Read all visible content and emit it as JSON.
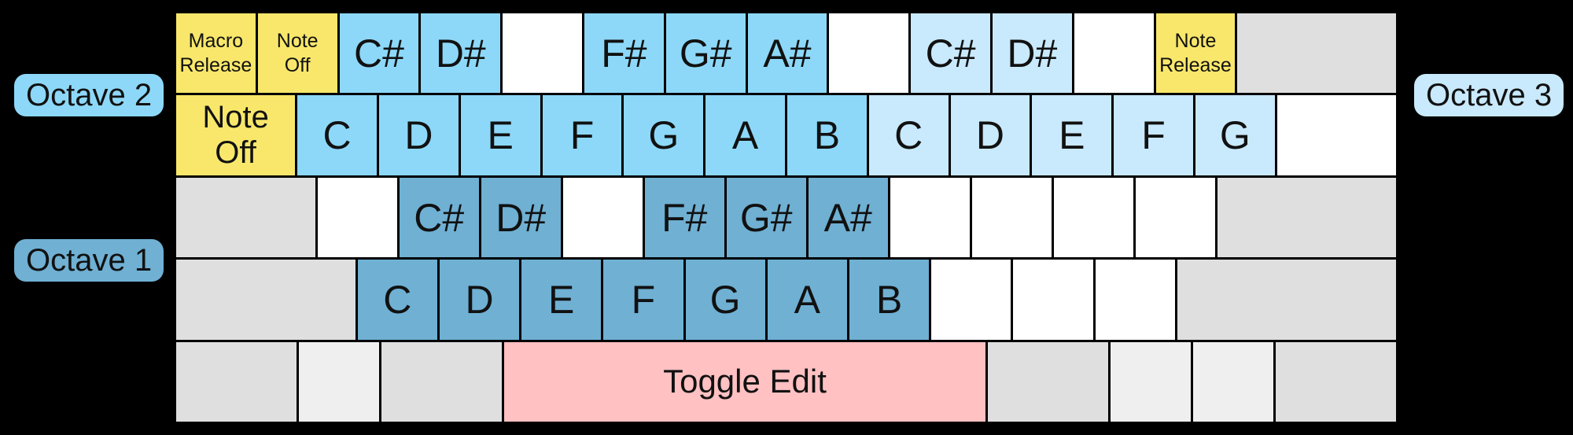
{
  "legend": {
    "octave2": {
      "text": "Octave 2",
      "color": "#8DD8F8"
    },
    "octave1": {
      "text": "Octave 1",
      "color": "#6FB0D3"
    },
    "octave3": {
      "text": "Octave 3",
      "color": "#C9E9FC"
    }
  },
  "colors": {
    "yellow": "#F8E76B",
    "oct2": "#8DD8F8",
    "oct3": "#C9E9FC",
    "oct1": "#6FB0D3",
    "pink": "#FFC1C2",
    "gray": "#DFDFDF",
    "grayLight": "#EFEFEF",
    "white": "#FFFFFF",
    "background": "#000000",
    "keyText": "#111111"
  },
  "keyboard": {
    "rows": [
      {
        "name": "number-row",
        "keys": [
          {
            "label": "Macro\nRelease",
            "u": 1,
            "color": "yellow",
            "size": "sm"
          },
          {
            "label": "Note\nOff",
            "u": 1,
            "color": "yellow",
            "size": "sm"
          },
          {
            "label": "C#",
            "u": 1,
            "color": "oct2",
            "size": "note"
          },
          {
            "label": "D#",
            "u": 1,
            "color": "oct2",
            "size": "note"
          },
          {
            "label": "",
            "u": 1,
            "color": "white"
          },
          {
            "label": "F#",
            "u": 1,
            "color": "oct2",
            "size": "note"
          },
          {
            "label": "G#",
            "u": 1,
            "color": "oct2",
            "size": "note"
          },
          {
            "label": "A#",
            "u": 1,
            "color": "oct2",
            "size": "note"
          },
          {
            "label": "",
            "u": 1,
            "color": "white"
          },
          {
            "label": "C#",
            "u": 1,
            "color": "oct3",
            "size": "note"
          },
          {
            "label": "D#",
            "u": 1,
            "color": "oct3",
            "size": "note"
          },
          {
            "label": "",
            "u": 1,
            "color": "white"
          },
          {
            "label": "Note\nRelease",
            "u": 1,
            "color": "yellow",
            "size": "sm"
          },
          {
            "label": "",
            "u": 2,
            "color": "gray"
          }
        ]
      },
      {
        "name": "qwerty-row",
        "keys": [
          {
            "label": "Note\nOff",
            "u": 1.5,
            "color": "yellow",
            "size": "md"
          },
          {
            "label": "C",
            "u": 1,
            "color": "oct2",
            "size": "note"
          },
          {
            "label": "D",
            "u": 1,
            "color": "oct2",
            "size": "note"
          },
          {
            "label": "E",
            "u": 1,
            "color": "oct2",
            "size": "note"
          },
          {
            "label": "F",
            "u": 1,
            "color": "oct2",
            "size": "note"
          },
          {
            "label": "G",
            "u": 1,
            "color": "oct2",
            "size": "note"
          },
          {
            "label": "A",
            "u": 1,
            "color": "oct2",
            "size": "note"
          },
          {
            "label": "B",
            "u": 1,
            "color": "oct2",
            "size": "note"
          },
          {
            "label": "C",
            "u": 1,
            "color": "oct3",
            "size": "note"
          },
          {
            "label": "D",
            "u": 1,
            "color": "oct3",
            "size": "note"
          },
          {
            "label": "E",
            "u": 1,
            "color": "oct3",
            "size": "note"
          },
          {
            "label": "F",
            "u": 1,
            "color": "oct3",
            "size": "note"
          },
          {
            "label": "G",
            "u": 1,
            "color": "oct3",
            "size": "note"
          },
          {
            "label": "",
            "u": 1.5,
            "color": "white"
          }
        ]
      },
      {
        "name": "home-row",
        "keys": [
          {
            "label": "",
            "u": 1.75,
            "color": "gray"
          },
          {
            "label": "",
            "u": 1,
            "color": "white"
          },
          {
            "label": "C#",
            "u": 1,
            "color": "oct1",
            "size": "note"
          },
          {
            "label": "D#",
            "u": 1,
            "color": "oct1",
            "size": "note"
          },
          {
            "label": "",
            "u": 1,
            "color": "white"
          },
          {
            "label": "F#",
            "u": 1,
            "color": "oct1",
            "size": "note"
          },
          {
            "label": "G#",
            "u": 1,
            "color": "oct1",
            "size": "note"
          },
          {
            "label": "A#",
            "u": 1,
            "color": "oct1",
            "size": "note"
          },
          {
            "label": "",
            "u": 1,
            "color": "white"
          },
          {
            "label": "",
            "u": 1,
            "color": "white"
          },
          {
            "label": "",
            "u": 1,
            "color": "white"
          },
          {
            "label": "",
            "u": 1,
            "color": "white"
          },
          {
            "label": "",
            "u": 2.25,
            "color": "gray"
          }
        ]
      },
      {
        "name": "bottom-letter-row",
        "keys": [
          {
            "label": "",
            "u": 2.25,
            "color": "gray"
          },
          {
            "label": "C",
            "u": 1,
            "color": "oct1",
            "size": "note"
          },
          {
            "label": "D",
            "u": 1,
            "color": "oct1",
            "size": "note"
          },
          {
            "label": "E",
            "u": 1,
            "color": "oct1",
            "size": "note"
          },
          {
            "label": "F",
            "u": 1,
            "color": "oct1",
            "size": "note"
          },
          {
            "label": "G",
            "u": 1,
            "color": "oct1",
            "size": "note"
          },
          {
            "label": "A",
            "u": 1,
            "color": "oct1",
            "size": "note"
          },
          {
            "label": "B",
            "u": 1,
            "color": "oct1",
            "size": "note"
          },
          {
            "label": "",
            "u": 1,
            "color": "white"
          },
          {
            "label": "",
            "u": 1,
            "color": "white"
          },
          {
            "label": "",
            "u": 1,
            "color": "white"
          },
          {
            "label": "",
            "u": 2.75,
            "color": "gray"
          }
        ]
      },
      {
        "name": "space-row",
        "keys": [
          {
            "label": "",
            "u": 1.5,
            "color": "gray"
          },
          {
            "label": "",
            "u": 1,
            "color": "grayLight"
          },
          {
            "label": "",
            "u": 1.5,
            "color": "gray"
          },
          {
            "label": "Toggle Edit",
            "u": 6,
            "color": "pink",
            "size": "lg"
          },
          {
            "label": "",
            "u": 1.5,
            "color": "gray"
          },
          {
            "label": "",
            "u": 1,
            "color": "grayLight"
          },
          {
            "label": "",
            "u": 1,
            "color": "grayLight"
          },
          {
            "label": "",
            "u": 1.5,
            "color": "gray"
          }
        ]
      }
    ]
  }
}
